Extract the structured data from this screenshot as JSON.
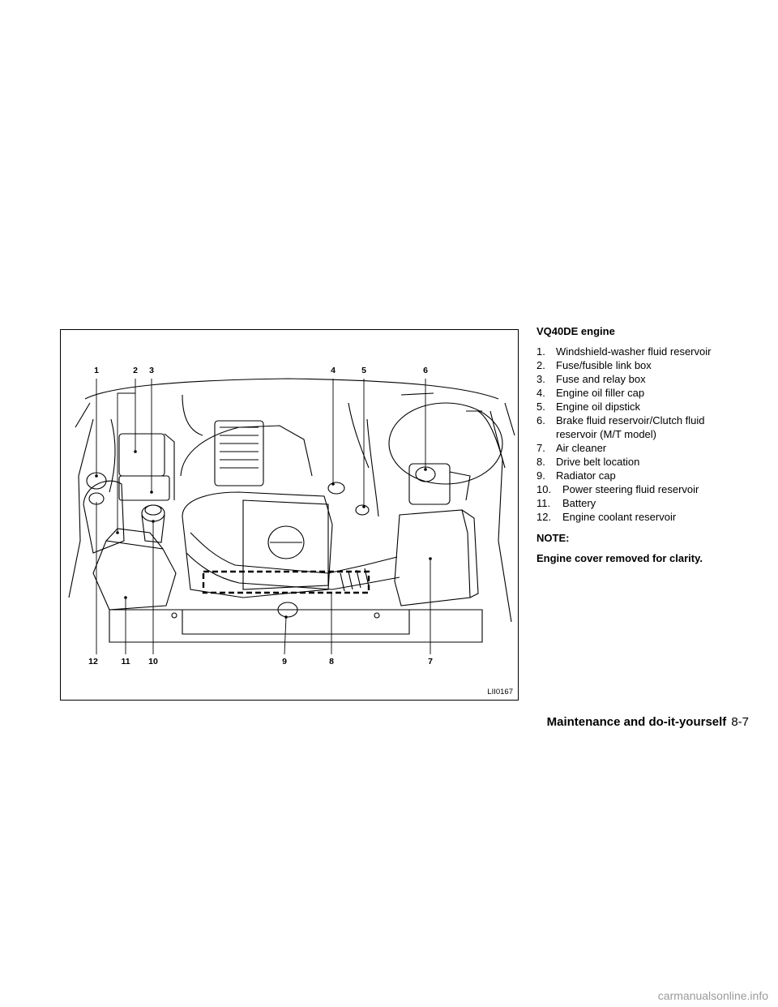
{
  "figure": {
    "code": "LII0167",
    "callouts_top": [
      "1",
      "2",
      "3",
      "4",
      "5",
      "6"
    ],
    "callouts_bottom": [
      "12",
      "11",
      "10",
      "9",
      "8",
      "7"
    ]
  },
  "legend": {
    "heading": "VQ40DE engine",
    "items": [
      {
        "num": "1.",
        "label": "Windshield-washer fluid reservoir"
      },
      {
        "num": "2.",
        "label": "Fuse/fusible link box"
      },
      {
        "num": "3.",
        "label": "Fuse and relay box"
      },
      {
        "num": "4.",
        "label": "Engine oil filler cap"
      },
      {
        "num": "5.",
        "label": "Engine oil dipstick"
      },
      {
        "num": "6.",
        "label": "Brake fluid reservoir/Clutch fluid reservoir (M/T model)"
      },
      {
        "num": "7.",
        "label": "Air cleaner"
      },
      {
        "num": "8.",
        "label": "Drive belt location"
      },
      {
        "num": "9.",
        "label": "Radiator cap"
      },
      {
        "num": "10.",
        "label": "Power steering fluid reservoir"
      },
      {
        "num": "11.",
        "label": "Battery"
      },
      {
        "num": "12.",
        "label": "Engine coolant reservoir"
      }
    ],
    "note_heading": "NOTE:",
    "note_text": "Engine cover removed for clarity."
  },
  "footer": {
    "section": "Maintenance and do-it-yourself",
    "page": "8-7"
  },
  "watermark": "carmanualsonline.info"
}
